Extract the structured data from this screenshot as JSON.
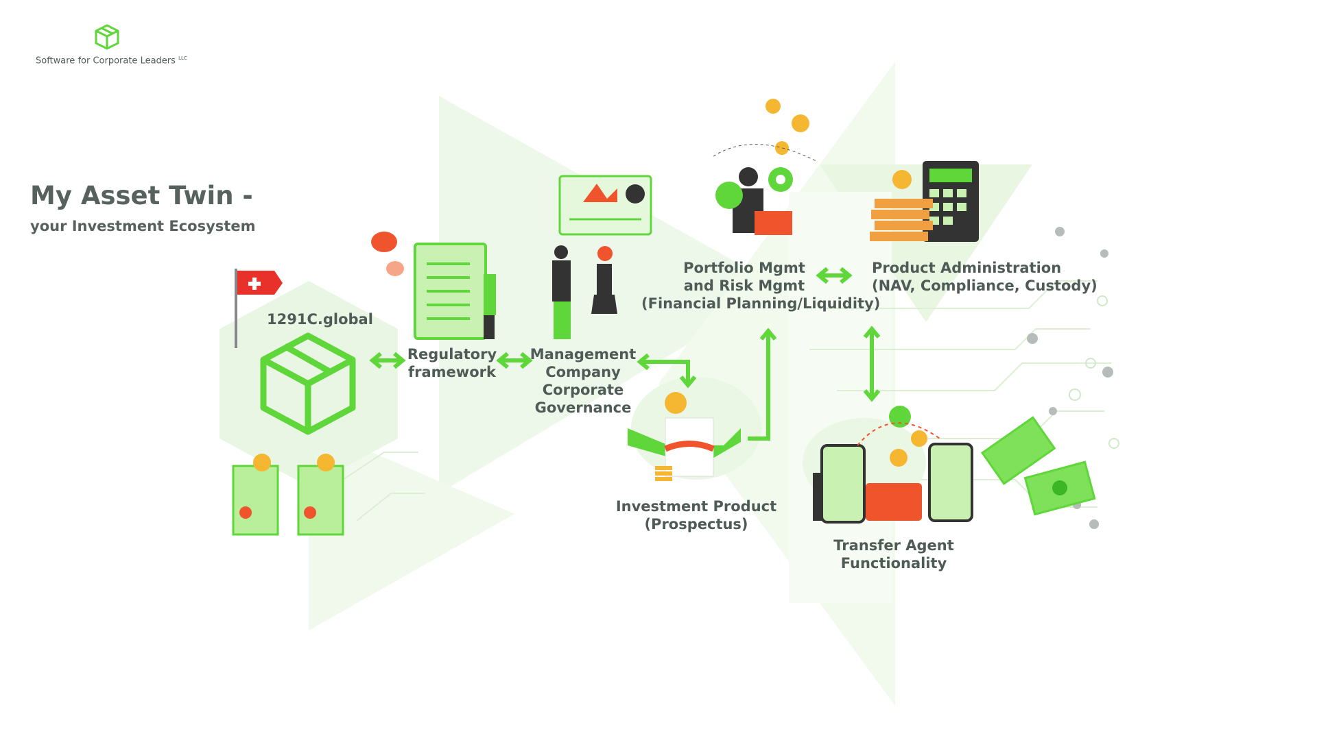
{
  "logo": {
    "company": "Software for Corporate Leaders",
    "suffix": "LLC"
  },
  "header": {
    "title": "My Asset Twin -",
    "subtitle": "your Investment Ecosystem"
  },
  "nodes": {
    "global": "1291C.global",
    "regulatory": [
      "Regulatory",
      "framework"
    ],
    "management": [
      "Management",
      "Company",
      "Corporate",
      "Governance"
    ],
    "portfolio": [
      "Portfolio Mgmt",
      "and Risk Mgmt",
      "(Financial Planning/Liquidity)"
    ],
    "product_admin": [
      "Product Administration",
      "(NAV, Compliance, Custody)"
    ],
    "investment": [
      "Investment Product",
      "(Prospectus)"
    ],
    "transfer": [
      "Transfer Agent",
      "Functionality"
    ]
  },
  "colors": {
    "accent": "#5fd63a",
    "text": "#4f5b57",
    "alert": "#f0542d",
    "coin": "#f5b731"
  }
}
